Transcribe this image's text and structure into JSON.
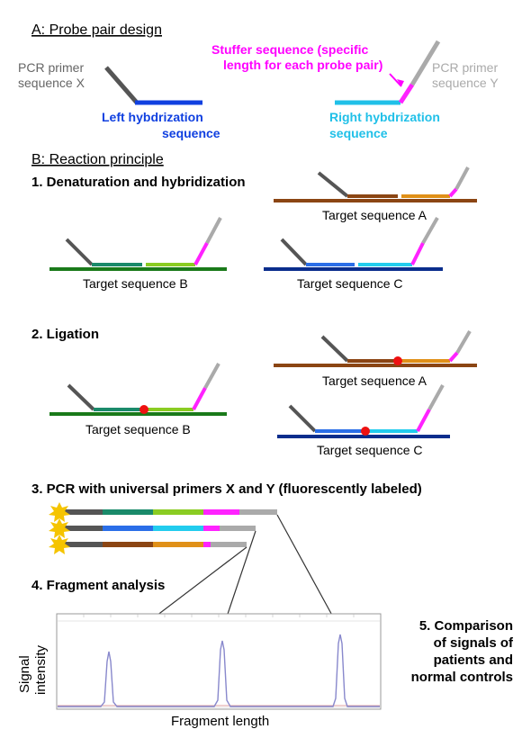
{
  "sections": {
    "a_title": "A: Probe pair design",
    "b_title": "B: Reaction principle"
  },
  "part_a": {
    "pcr_primer_x": [
      "PCR primer",
      "sequence X"
    ],
    "pcr_primer_y": [
      "PCR primer",
      "sequence Y"
    ],
    "stuffer": [
      "Stuffer sequence (specific",
      "length for each probe pair)"
    ],
    "left_hyb": [
      "Left hybdrization",
      "sequence"
    ],
    "right_hyb": [
      "Right hybdrization",
      "sequence"
    ]
  },
  "steps": {
    "s1": "1. Denaturation and hybridization",
    "s2": "2. Ligation",
    "s3": "3. PCR with universal primers X and Y (fluorescently labeled)",
    "s4": "4. Fragment analysis",
    "s5": [
      "5. Comparison",
      "of signals of",
      "patients and",
      "normal controls"
    ]
  },
  "targets": {
    "a": "Target sequence A",
    "b": "Target sequence B",
    "c": "Target sequence C"
  },
  "plot": {
    "ylabel": [
      "Signal",
      "intensity"
    ],
    "xlabel": "Fragment length"
  },
  "colors": {
    "primer_x": "#555555",
    "primer_y": "#aaaaaa",
    "stuffer": "#ff22ff",
    "left_hyb": "#1040e0",
    "right_hyb": "#20c0e8",
    "stuffer_label": "#ff00ff",
    "target_a": "#8b4513",
    "target_b": "#1a7a1a",
    "target_c": "#0a2d8c",
    "probe_a_left": "#8b4513",
    "probe_a_right": "#e09018",
    "probe_b_left": "#1a8a6a",
    "probe_b_right": "#8acc22",
    "probe_c_left": "#2a6ee8",
    "probe_c_right": "#22ccee",
    "ligation_dot": "#ee1111",
    "star": "#f5c400",
    "peak": "#8888cc"
  }
}
